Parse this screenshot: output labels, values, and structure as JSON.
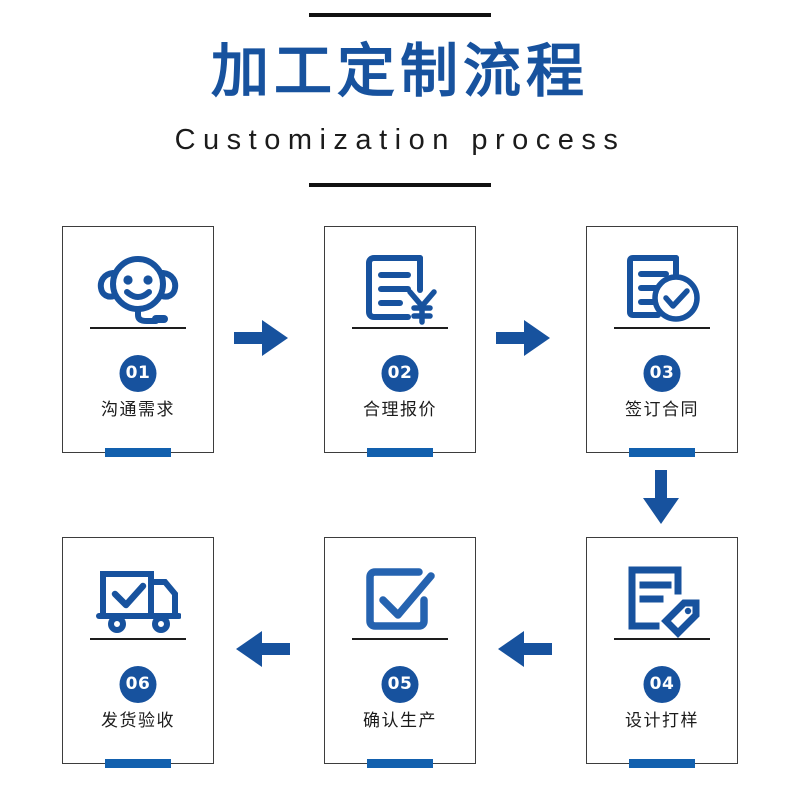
{
  "header": {
    "title_cn": "加工定制流程",
    "title_en": "Customization process",
    "rule_top": "decorative-rule-top",
    "rule_bottom": "decorative-rule-bottom"
  },
  "theme": {
    "brand_blue": "#17529e",
    "accent_blue": "#1260ae",
    "icon_blue": "#17529e",
    "text_dark": "#1b1b1b",
    "card_border": "#3d3d3d",
    "background": "#ffffff"
  },
  "steps": [
    {
      "number": "01",
      "label": "沟通需求",
      "icon": "headset-support-icon"
    },
    {
      "number": "02",
      "label": "合理报价",
      "icon": "quotation-yuan-document-icon"
    },
    {
      "number": "03",
      "label": "签订合同",
      "icon": "contract-check-document-icon"
    },
    {
      "number": "04",
      "label": "设计打样",
      "icon": "design-tag-document-icon"
    },
    {
      "number": "05",
      "label": "确认生产",
      "icon": "checkbox-check-icon"
    },
    {
      "number": "06",
      "label": "发货验收",
      "icon": "delivery-truck-check-icon"
    }
  ],
  "arrows": [
    {
      "name": "arrow-step1-to-step2",
      "direction": "right"
    },
    {
      "name": "arrow-step2-to-step3",
      "direction": "right"
    },
    {
      "name": "arrow-step3-to-step4",
      "direction": "down"
    },
    {
      "name": "arrow-step4-to-step5",
      "direction": "left"
    },
    {
      "name": "arrow-step5-to-step6",
      "direction": "left"
    }
  ]
}
